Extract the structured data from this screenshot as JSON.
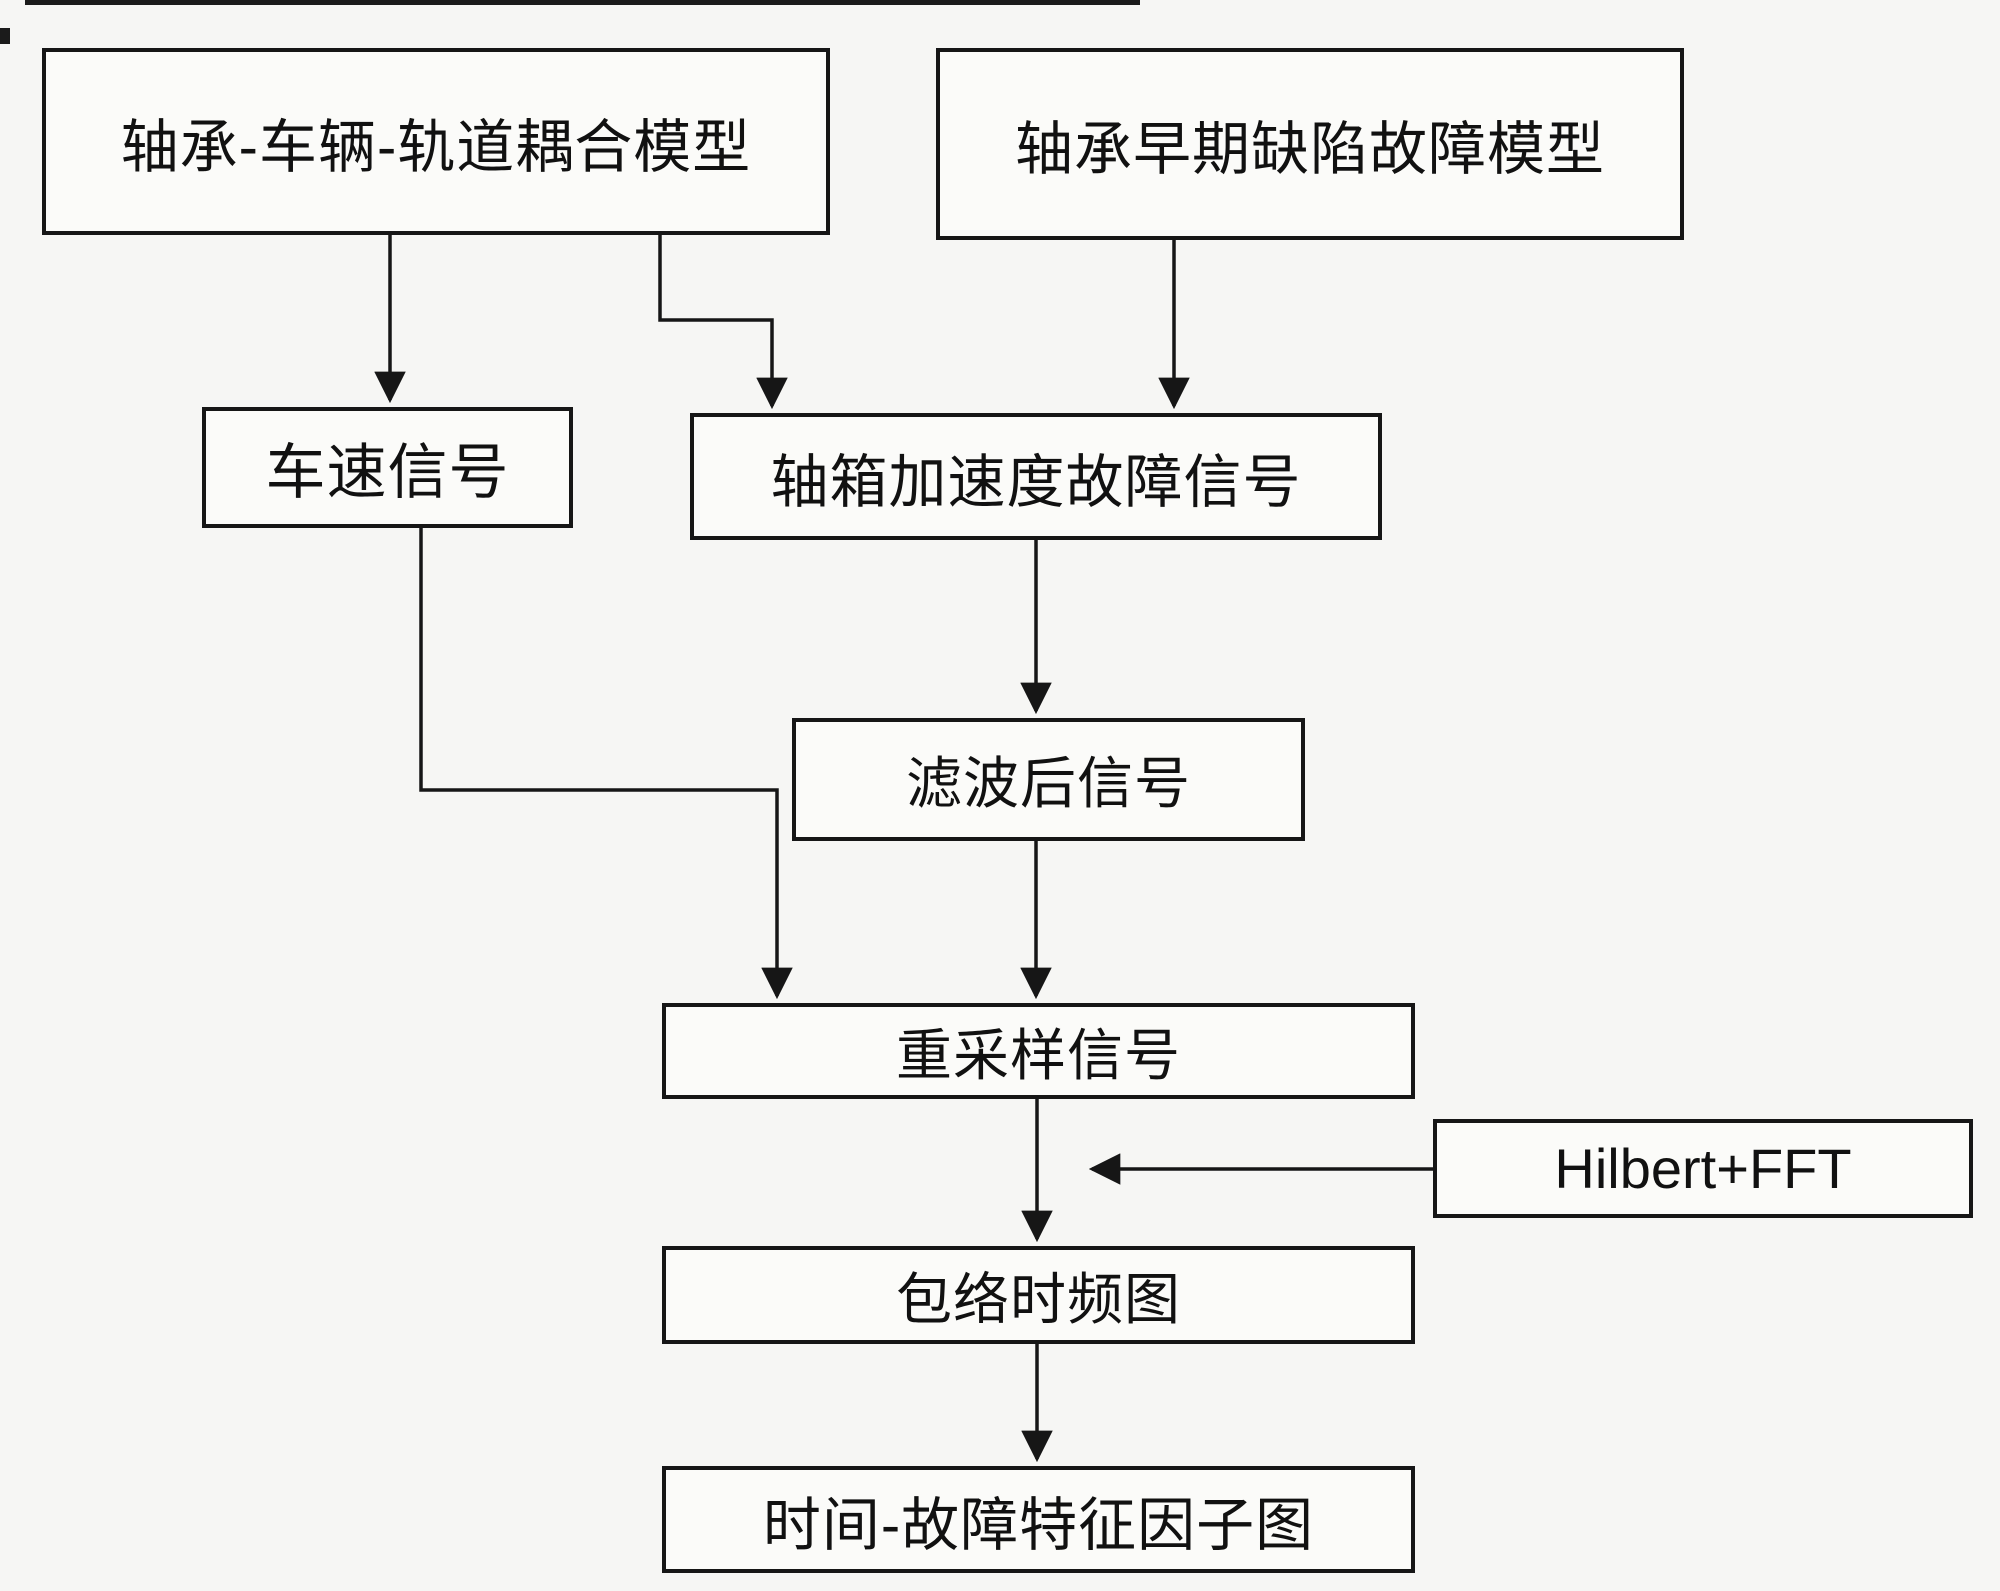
{
  "diagram": {
    "type": "flowchart",
    "nodes": {
      "coupling_model": {
        "label": "轴承-车辆-轨道耦合模型"
      },
      "defect_model": {
        "label": "轴承早期缺陷故障模型"
      },
      "speed_signal": {
        "label": "车速信号"
      },
      "axlebox_signal": {
        "label": "轴箱加速度故障信号"
      },
      "filtered_signal": {
        "label": "滤波后信号"
      },
      "resampled_signal": {
        "label": "重采样信号"
      },
      "hilbert_fft": {
        "label": "Hilbert+FFT"
      },
      "envelope_tf": {
        "label": "包络时频图"
      },
      "time_fault_factor": {
        "label": "时间-故障特征因子图"
      }
    },
    "edges": [
      {
        "from": "coupling_model",
        "to": "speed_signal"
      },
      {
        "from": "coupling_model",
        "to": "axlebox_signal"
      },
      {
        "from": "defect_model",
        "to": "axlebox_signal"
      },
      {
        "from": "axlebox_signal",
        "to": "filtered_signal"
      },
      {
        "from": "speed_signal",
        "to": "resampled_signal"
      },
      {
        "from": "filtered_signal",
        "to": "resampled_signal"
      },
      {
        "from": "resampled_signal",
        "to": "envelope_tf"
      },
      {
        "from": "hilbert_fft",
        "to": "resampled_signal_to_envelope_tf_arrow"
      },
      {
        "from": "envelope_tf",
        "to": "time_fault_factor"
      }
    ],
    "colors": {
      "line": "#161616",
      "background": "#f6f6f4",
      "box_fill": "#fbfbf9",
      "text": "#111111"
    }
  }
}
